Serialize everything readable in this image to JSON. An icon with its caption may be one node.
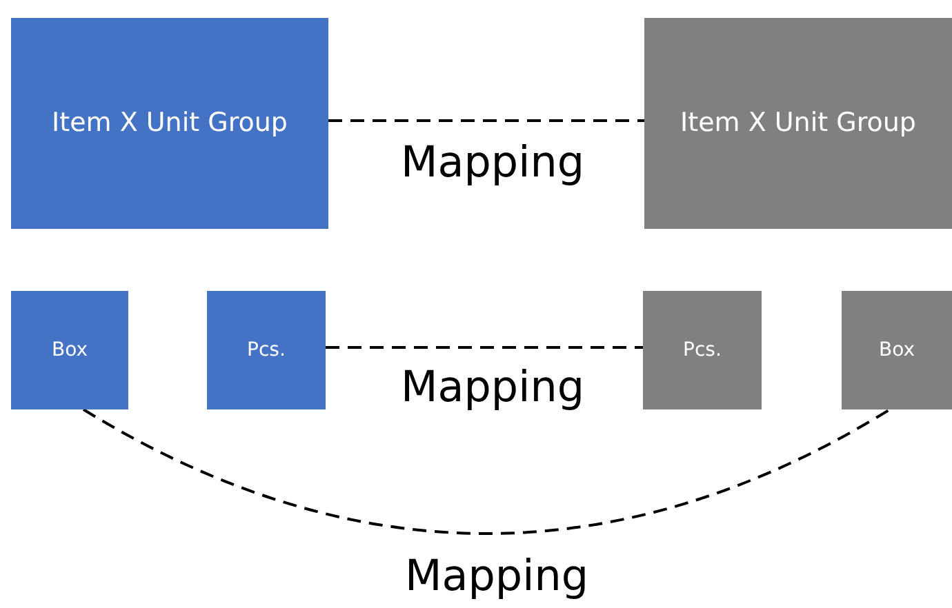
{
  "diagram": {
    "nodes": [
      {
        "text": [
          "Item X Unit Group"
        ]
      },
      {
        "text": [
          "Item X Unit Group"
        ]
      },
      {
        "text": [
          "Box"
        ]
      },
      {
        "text": [
          "Pcs."
        ]
      },
      {
        "text": [
          "Pcs."
        ]
      },
      {
        "text": [
          "Box"
        ]
      }
    ],
    "edges": [
      {
        "from": 0,
        "to": 1,
        "arrow": "none",
        "label": "Mapping",
        "style": "dashed"
      },
      {
        "from": 3,
        "to": 4,
        "arrow": "none",
        "label": "Mapping",
        "style": "dashed"
      },
      {
        "from": 2,
        "to": 5,
        "arrow": "none",
        "label": "Mapping",
        "style": "dashed"
      }
    ]
  }
}
